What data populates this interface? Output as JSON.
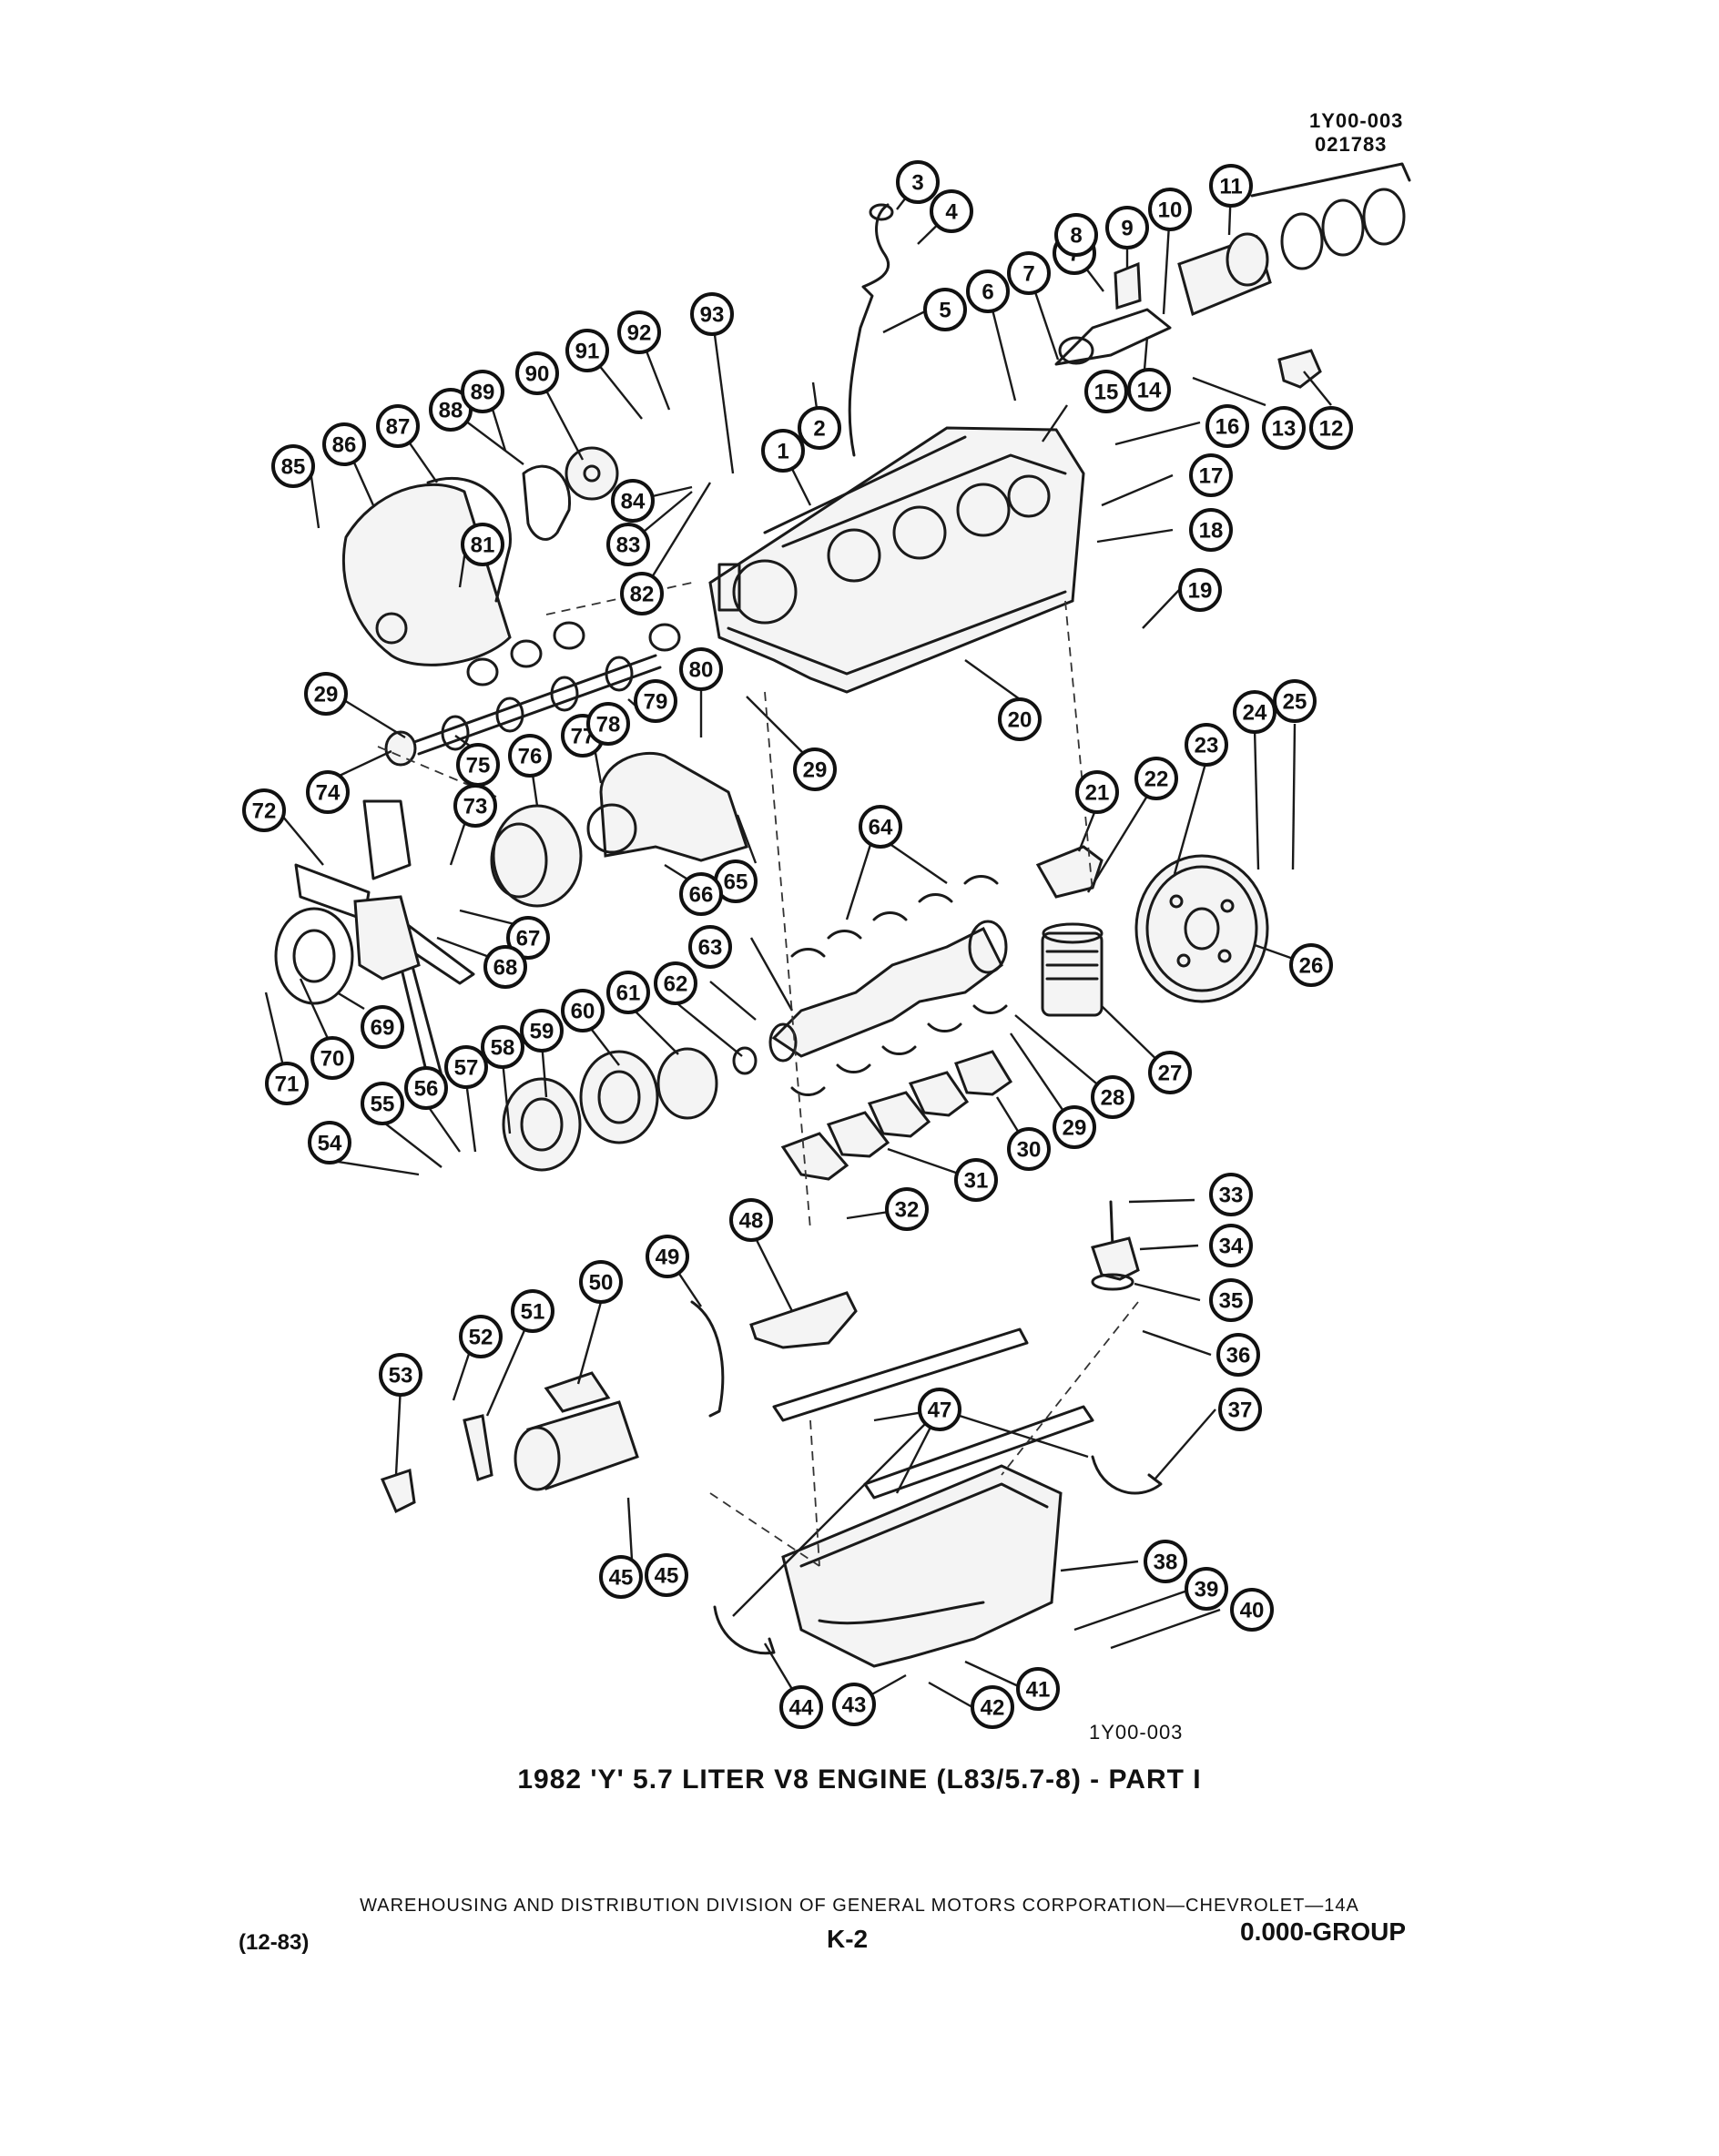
{
  "header": {
    "drawing_code": "1Y00-003",
    "drawing_date": "021783"
  },
  "diagram": {
    "bottom_code": "1Y00-003",
    "caption": "1982 'Y' 5.7 LITER V8 ENGINE (L83/5.7-8) - PART I",
    "callouts": [
      {
        "label": "1"
      },
      {
        "label": "2"
      },
      {
        "label": "3"
      },
      {
        "label": "4"
      },
      {
        "label": "5"
      },
      {
        "label": "6"
      },
      {
        "label": "7"
      },
      {
        "label": "7"
      },
      {
        "label": "8"
      },
      {
        "label": "9"
      },
      {
        "label": "10"
      },
      {
        "label": "11"
      },
      {
        "label": "12"
      },
      {
        "label": "13"
      },
      {
        "label": "14"
      },
      {
        "label": "15"
      },
      {
        "label": "16"
      },
      {
        "label": "17"
      },
      {
        "label": "18"
      },
      {
        "label": "19"
      },
      {
        "label": "20"
      },
      {
        "label": "21"
      },
      {
        "label": "22"
      },
      {
        "label": "23"
      },
      {
        "label": "24"
      },
      {
        "label": "25"
      },
      {
        "label": "26"
      },
      {
        "label": "27"
      },
      {
        "label": "28"
      },
      {
        "label": "29"
      },
      {
        "label": "29"
      },
      {
        "label": "29"
      },
      {
        "label": "30"
      },
      {
        "label": "31"
      },
      {
        "label": "32"
      },
      {
        "label": "33"
      },
      {
        "label": "34"
      },
      {
        "label": "35"
      },
      {
        "label": "36"
      },
      {
        "label": "37"
      },
      {
        "label": "38"
      },
      {
        "label": "39"
      },
      {
        "label": "40"
      },
      {
        "label": "41"
      },
      {
        "label": "42"
      },
      {
        "label": "43"
      },
      {
        "label": "44"
      },
      {
        "label": "45"
      },
      {
        "label": "45"
      },
      {
        "label": "47"
      },
      {
        "label": "48"
      },
      {
        "label": "49"
      },
      {
        "label": "50"
      },
      {
        "label": "51"
      },
      {
        "label": "52"
      },
      {
        "label": "53"
      },
      {
        "label": "54"
      },
      {
        "label": "55"
      },
      {
        "label": "56"
      },
      {
        "label": "57"
      },
      {
        "label": "58"
      },
      {
        "label": "59"
      },
      {
        "label": "60"
      },
      {
        "label": "61"
      },
      {
        "label": "62"
      },
      {
        "label": "63"
      },
      {
        "label": "64"
      },
      {
        "label": "65"
      },
      {
        "label": "66"
      },
      {
        "label": "67"
      },
      {
        "label": "68"
      },
      {
        "label": "69"
      },
      {
        "label": "70"
      },
      {
        "label": "71"
      },
      {
        "label": "72"
      },
      {
        "label": "73"
      },
      {
        "label": "74"
      },
      {
        "label": "75"
      },
      {
        "label": "76"
      },
      {
        "label": "77"
      },
      {
        "label": "78"
      },
      {
        "label": "79"
      },
      {
        "label": "80"
      },
      {
        "label": "81"
      },
      {
        "label": "82"
      },
      {
        "label": "83"
      },
      {
        "label": "84"
      },
      {
        "label": "85"
      },
      {
        "label": "86"
      },
      {
        "label": "87"
      },
      {
        "label": "88"
      },
      {
        "label": "89"
      },
      {
        "label": "90"
      },
      {
        "label": "91"
      },
      {
        "label": "92"
      },
      {
        "label": "93"
      }
    ]
  },
  "footer": {
    "line": "WAREHOUSING AND DISTRIBUTION DIVISION OF GENERAL MOTORS CORPORATION—CHEVROLET—14A",
    "date": "(12-83)",
    "page": "K-2",
    "group": "0.000-GROUP"
  }
}
